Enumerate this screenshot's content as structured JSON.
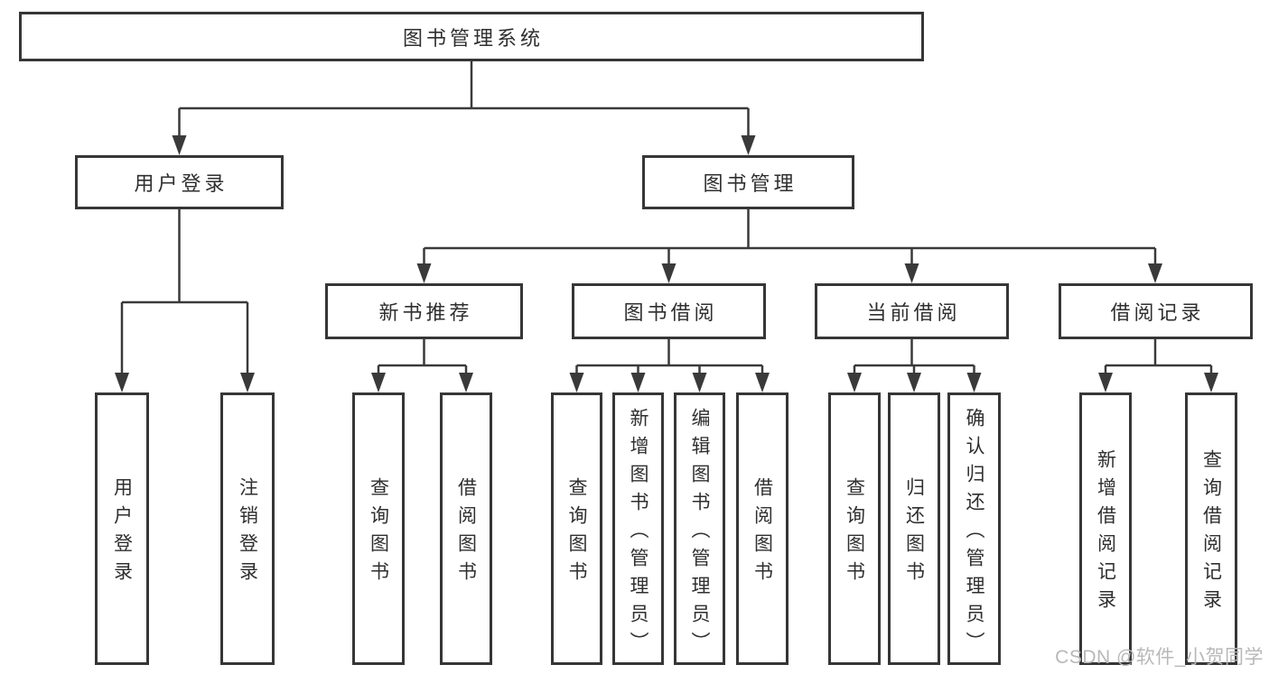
{
  "diagram": {
    "root": {
      "label": "图书管理系统"
    },
    "level1": [
      {
        "label": "用户登录"
      },
      {
        "label": "图书管理"
      }
    ],
    "level2": [
      {
        "label": "新书推荐"
      },
      {
        "label": "图书借阅"
      },
      {
        "label": "当前借阅"
      },
      {
        "label": "借阅记录"
      }
    ],
    "leaves": {
      "user_login": [
        "用户登录",
        "注销登录"
      ],
      "new_book": [
        "查询图书",
        "借阅图书"
      ],
      "book_borrow": [
        "查询图书",
        "新增图书（管理员）",
        "编辑图书（管理员）",
        "借阅图书"
      ],
      "current_borrow": [
        "查询图书",
        "归还图书",
        "确认归还（管理员）"
      ],
      "borrow_record": [
        "新增借阅记录",
        "查询借阅记录"
      ]
    }
  },
  "watermark": {
    "text": "CSDN @软件_小贺同学"
  },
  "colors": {
    "line": "#3a3a3a",
    "box_border": "#363636",
    "text": "#2f2f2f",
    "watermark": "#b8b8b8",
    "background": "#ffffff"
  }
}
